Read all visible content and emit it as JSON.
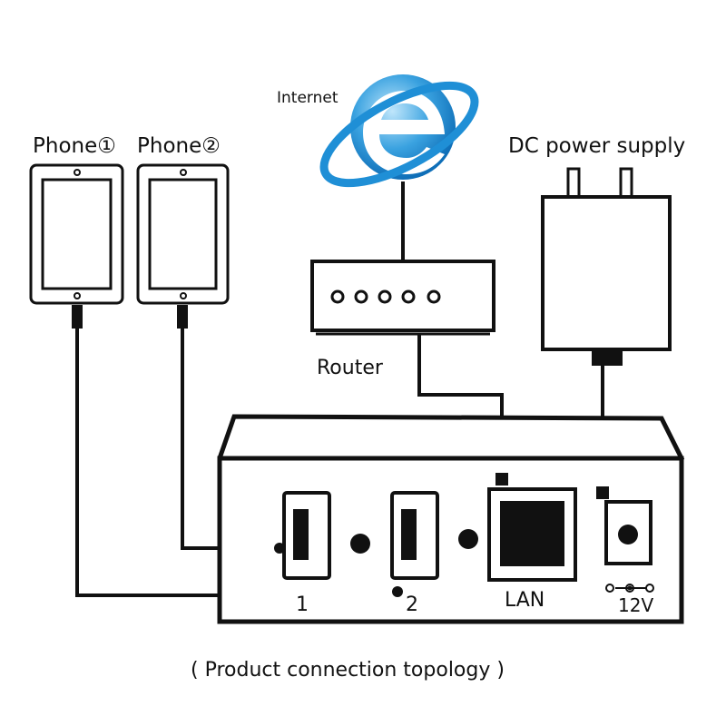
{
  "labels": {
    "internet": "Internet",
    "phone1": "Phone①",
    "phone2": "Phone②",
    "dc_power": "DC power supply",
    "router": "Router",
    "port1": "1",
    "port2": "2",
    "lan": "LAN",
    "voltage": "12V",
    "caption": "( Product connection topology )"
  },
  "colors": {
    "line": "#111111",
    "globe_blue": "#1f8fd6",
    "globe_light": "#7cc8f2",
    "background": "#ffffff"
  },
  "icons": [
    "internet-explorer-icon",
    "phone-icon",
    "router-icon",
    "power-adapter-icon",
    "usb-port-icon",
    "ethernet-port-icon",
    "dc-jack-icon"
  ]
}
